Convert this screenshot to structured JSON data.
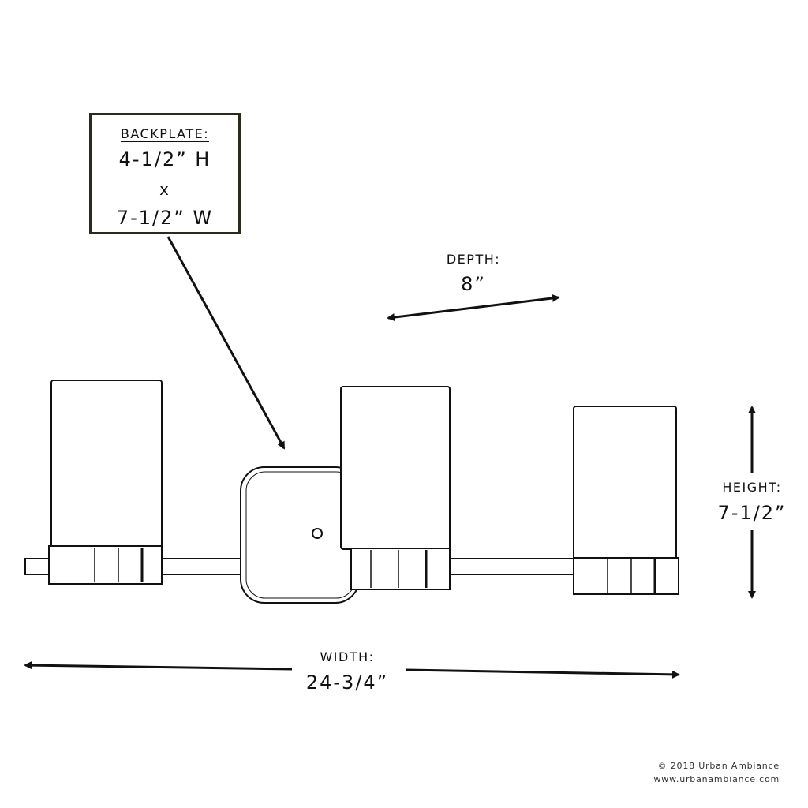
{
  "backplate": {
    "title": "BACKPLATE:",
    "height": "4-1/2”  H",
    "times": "x",
    "width": "7-1/2”  W"
  },
  "depth": {
    "label": "DEPTH:",
    "value": "8”"
  },
  "height": {
    "label": "HEIGHT:",
    "value": "7-1/2”"
  },
  "width": {
    "label": "WIDTH:",
    "value": "24-3/4”"
  },
  "footer": {
    "copyright": "© 2018 Urban Ambiance",
    "website": "www.urbanambiance.com"
  },
  "colors": {
    "line": "#111111",
    "box_border": "#2b2a1c"
  }
}
